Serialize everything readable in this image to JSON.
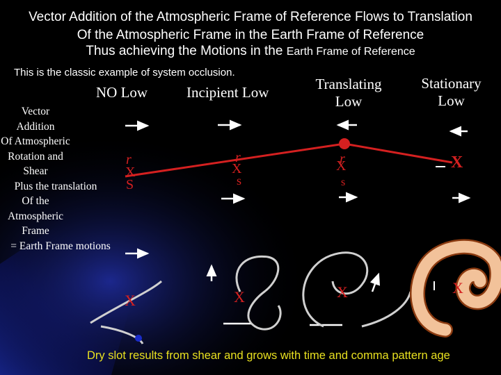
{
  "title": {
    "line1": "Vector Addition of  the Atmospheric Frame of Reference Flows to Translation",
    "line2": "Of the Atmospheric Frame in the Earth Frame of Reference",
    "line3_main": "Thus achieving the Motions in the ",
    "line3_small": "Earth Frame of Reference"
  },
  "subtitle": "This is the classic example of system occlusion.",
  "columns": {
    "no_low": "NO Low",
    "incipient_low": "Incipient Low",
    "translating_low": [
      "Translating",
      "Low"
    ],
    "stationary_low": [
      "Stationary",
      "Low"
    ]
  },
  "left_text": [
    "Vector",
    "Addition",
    "Of Atmospheric",
    "Rotation and",
    "Shear",
    "Plus the translation",
    "Of the",
    "Atmospheric",
    "Frame",
    "= Earth Frame motions"
  ],
  "labels": {
    "r": "r",
    "x": "X",
    "s_upper": "S",
    "s_lower": "s"
  },
  "caption": "Dry slot results from shear and grows with time and comma pattern age",
  "colors": {
    "background": "#000000",
    "accent_red": "#d42020",
    "swirl_fill": "#f2c29a",
    "swirl_stroke": "#8a3a10",
    "caption": "#e8e020"
  }
}
